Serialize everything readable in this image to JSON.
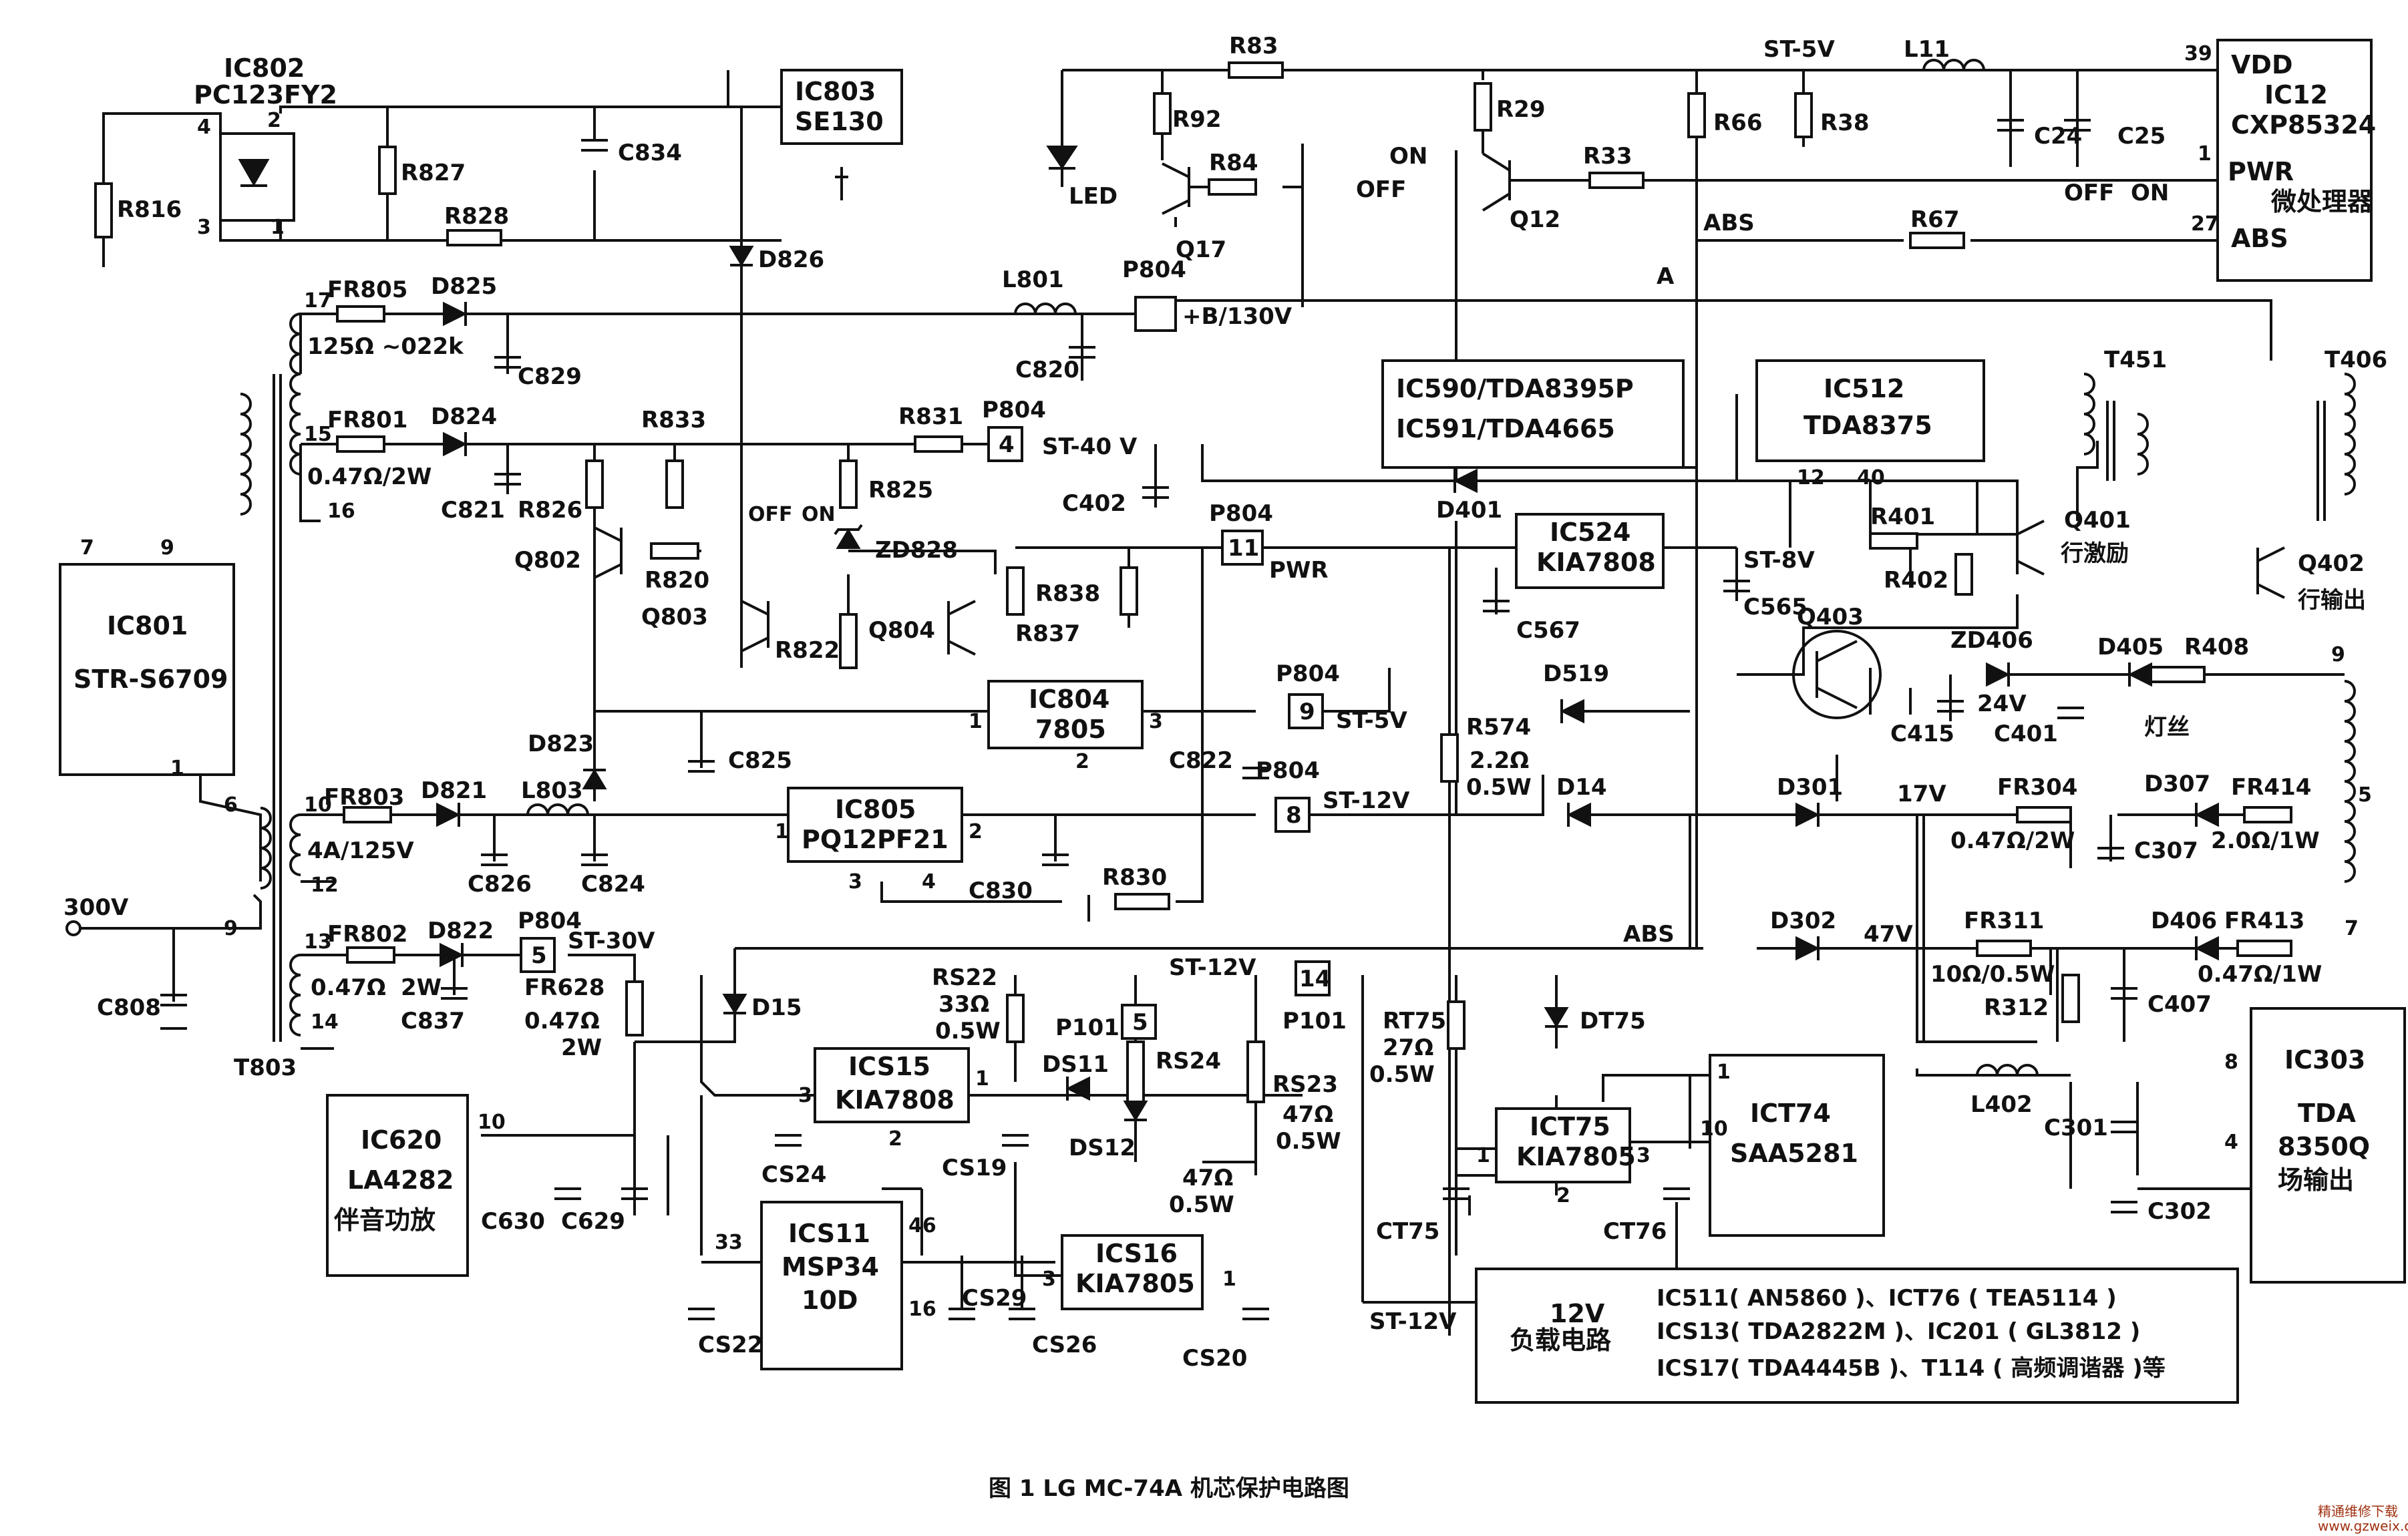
{
  "caption": "图 1 LG MC-74A 机芯保护电路图",
  "watermark": {
    "main": "精通维修下载",
    "url": "www.gzweix.com"
  },
  "ics": {
    "ic802": {
      "ref": "IC802",
      "part": "PC123FY2"
    },
    "ic803": {
      "ref": "IC803",
      "part": "SE130"
    },
    "ic801": {
      "ref": "IC801",
      "part": "STR-S6709"
    },
    "ic804": {
      "ref": "IC804",
      "part": "7805"
    },
    "ic805": {
      "ref": "IC805",
      "part": "PQ12PF21"
    },
    "ic620": {
      "ref": "IC620",
      "part": "LA4282",
      "desc": "伴音功放"
    },
    "ics15": {
      "ref": "ICS15",
      "part": "KIA7808"
    },
    "ics11": {
      "ref": "ICS11",
      "part1": "MSP34",
      "part2": "10D"
    },
    "ics16": {
      "ref": "ICS16",
      "part": "KIA7805"
    },
    "ic590": {
      "line1": "IC590/TDA8395P",
      "line2": "IC591/TDA4665"
    },
    "ic512": {
      "ref": "IC512",
      "part": "TDA8375"
    },
    "ic524": {
      "ref": "IC524",
      "part": "KIA7808"
    },
    "ict75": {
      "ref": "ICT75",
      "part": "KIA7805"
    },
    "ict74": {
      "ref": "ICT74",
      "part": "SAA5281"
    },
    "ic303": {
      "ref": "IC303",
      "part1": "TDA",
      "part2": "8350Q",
      "desc": "场输出"
    },
    "ic12": {
      "vdd": "VDD",
      "ref": "IC12",
      "part": "CXP85324",
      "pwr": "PWR",
      "desc": "微处理器",
      "abs": "ABS"
    },
    "load": {
      "title1": "12V",
      "title2": "负载电路",
      "line1": "IC511( AN5860 )、ICT76 ( TEA5114 )",
      "line2": "ICS13( TDA2822M )、IC201 ( GL3812 )",
      "line3": "ICS17( TDA4445B )、T114 ( 高频调谐器 )等"
    }
  },
  "transformers": {
    "t803": "T803",
    "t451": "T451",
    "t406": "T406"
  },
  "rails": {
    "st5v_top": "ST-5V",
    "b130": "+B/130V",
    "st40": "ST-40 V",
    "pwr": "PWR",
    "st5v": "ST-5V",
    "st12v": "ST-12V",
    "st30v": "ST-30V",
    "st12v_b": "ST-12V",
    "st8v": "ST-8V",
    "abs": "ABS",
    "abs_mid": "ABS",
    "v17": "17V",
    "v47": "47V",
    "st12v_load": "ST-12V",
    "v300": "300V",
    "node_a": "A"
  },
  "switch": {
    "off": "OFF",
    "on": "ON"
  },
  "connectors": {
    "p804_b": "P804",
    "p804_40": "P804",
    "p804_pwr": "P804",
    "p804_5v": "P804",
    "p804_12v": "P804",
    "p804_30v": "P804",
    "p101_12v": "P101",
    "p101_5": "P101",
    "pin4": "4",
    "pin11": "11",
    "pin9": "9",
    "pin8": "8",
    "pin5": "5",
    "pin14": "14",
    "pin5b": "5"
  },
  "pins": {
    "ic802_4": "4",
    "ic802_2": "2",
    "ic802_3": "3",
    "ic802_1": "1",
    "ic801_7": "7",
    "ic801_9": "9",
    "ic801_1": "1",
    "t803_17": "17",
    "t803_15": "15",
    "t803_16": "16",
    "t803_10": "10",
    "t803_12": "12",
    "t803_13": "13",
    "t803_14": "14",
    "t803_6": "6",
    "t803_9": "9",
    "ic804_1": "1",
    "ic804_2": "2",
    "ic804_3": "3",
    "ic805_1": "1",
    "ic805_2": "2",
    "ic805_3": "3",
    "ic805_4": "4",
    "ic620_10": "10",
    "ics15_1": "1",
    "ics15_2": "2",
    "ics15_3": "3",
    "ics11_33": "33",
    "ics11_46": "46",
    "ics11_16": "16",
    "ics16_1": "1",
    "ics16_3": "3",
    "ic512_12": "12",
    "ic512_40": "40",
    "ict75_1": "1",
    "ict75_2": "2",
    "ict75_3": "3",
    "ict74_1": "1",
    "ict74_10": "10",
    "ic303_8": "8",
    "ic303_4": "4",
    "ic12_39": "39",
    "ic12_1": "1",
    "ic12_27": "27",
    "t406_9": "9",
    "t406_5": "5",
    "t406_7": "7"
  },
  "components": {
    "r816": "R816",
    "r827": "R827",
    "r828": "R828",
    "c834": "C834",
    "fr805": "FR805",
    "fr805_val": "125Ω ~022k",
    "d825": "D825",
    "c829": "C829",
    "fr801": "FR801",
    "fr801_val": "0.47Ω/2W",
    "d824": "D824",
    "c821": "C821",
    "r826": "R826",
    "r833": "R833",
    "r831": "R831",
    "r825": "R825",
    "zd828": "ZD828",
    "q802": "Q802",
    "r820": "R820",
    "q803": "Q803",
    "r822": "R822",
    "q804": "Q804",
    "r838": "R838",
    "r837": "R837",
    "d826": "D826",
    "l801": "L801",
    "c820": "C820",
    "c402": "C402",
    "fr803": "FR803",
    "fr803_val": "4A/125V",
    "d821": "D821",
    "l803": "L803",
    "c826": "C826",
    "c824": "C824",
    "d823": "D823",
    "c825": "C825",
    "c822": "C822",
    "c830": "C830",
    "r830": "R830",
    "fr802": "FR802",
    "fr802_val": "0.47Ω",
    "d822": "D822",
    "d822_val": "2W",
    "c837": "C837",
    "fr628": "FR628",
    "fr628_val": "0.47Ω",
    "fr628_w": "2W",
    "c808": "C808",
    "d15": "D15",
    "c630": "C630",
    "c629": "C629",
    "rs22": "RS22",
    "rs22_val": "33Ω",
    "rs22_w": "0.5W",
    "p101": "P101",
    "ds11": "DS11",
    "ds12": "DS12",
    "rs24": "RS24",
    "rs24_val": "47Ω",
    "rs24_w": "0.5W",
    "rs23": "RS23",
    "rs23_val": "47Ω",
    "rs23_w": "0.5W",
    "cs24": "CS24",
    "cs19": "CS19",
    "cs22": "CS22",
    "cs29": "CS29",
    "cs26": "CS26",
    "cs20": "CS20",
    "r83": "R83",
    "r92": "R92",
    "r84": "R84",
    "led": "LED",
    "q17": "Q17",
    "r29": "R29",
    "q12": "Q12",
    "r33": "R33",
    "r66": "R66",
    "r38": "R38",
    "l11": "L11",
    "c24": "C24",
    "c25": "C25",
    "r67": "R67",
    "d401": "D401",
    "c567": "C567",
    "c565": "C565",
    "r401": "R401",
    "r402": "R402",
    "q401": "Q401",
    "q401_desc": "行激励",
    "q402": "Q402",
    "q402_desc": "行输出",
    "q403": "Q403",
    "zd406": "ZD406",
    "zd406_val": "24V",
    "c415": "C415",
    "c401": "C401",
    "d405": "D405",
    "r408": "R408",
    "heater": "灯丝",
    "d519": "D519",
    "r574": "R574",
    "r574_val": "2.2Ω",
    "r574_w": "0.5W",
    "d14": "D14",
    "d301": "D301",
    "fr304": "FR304",
    "fr304_val": "0.47Ω/2W",
    "d307": "D307",
    "c307": "C307",
    "fr414": "FR414",
    "fr414_val": "2.0Ω/1W",
    "d302": "D302",
    "fr311": "FR311",
    "fr311_val": "10Ω/0.5W",
    "r312": "R312",
    "d406": "D406",
    "fr413": "FR413",
    "fr413_val": "0.47Ω/1W",
    "c407": "C407",
    "rt75": "RT75",
    "rt75_val": "27Ω",
    "rt75_w": "0.5W",
    "dt75": "DT75",
    "ct75": "CT75",
    "ct76": "CT76",
    "l402": "L402",
    "c301": "C301",
    "c302": "C302"
  }
}
